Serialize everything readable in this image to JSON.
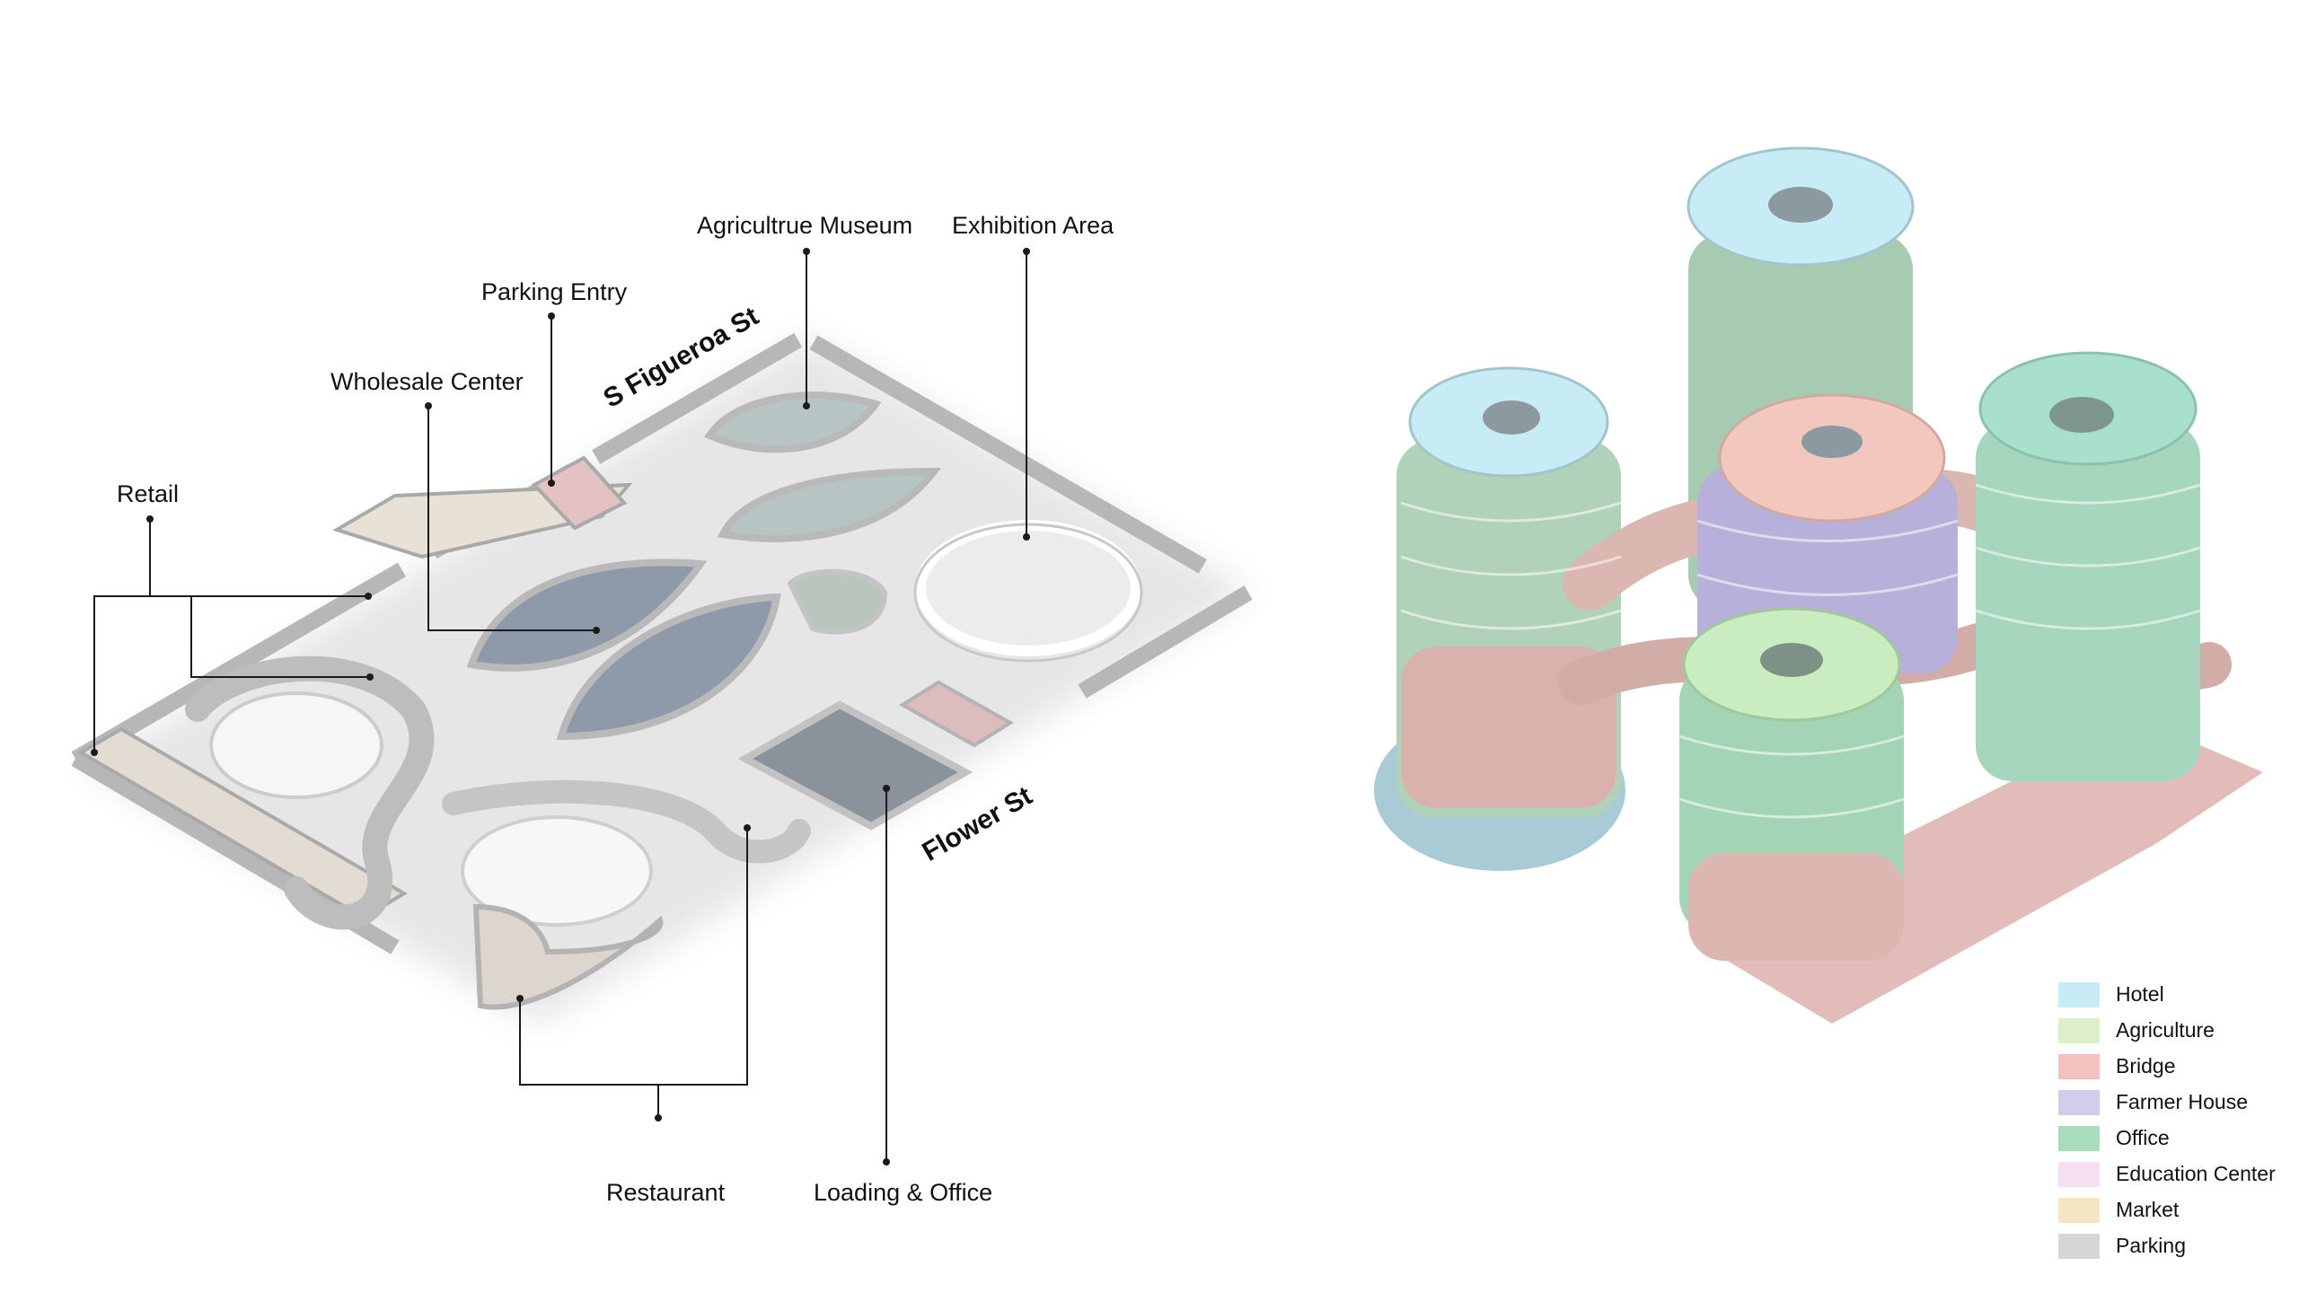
{
  "labels": {
    "agriculture_museum": "Agricultrue Museum",
    "exhibition_area": "Exhibition Area",
    "parking_entry": "Parking Entry",
    "wholesale_center": "Wholesale Center",
    "retail": "Retail",
    "restaurant": "Restaurant",
    "loading_office": "Loading & Office"
  },
  "streets": {
    "figueroa": "S Figueroa St",
    "flower": "Flower St"
  },
  "legend": [
    {
      "name": "Hotel",
      "color": "#c8ecf6"
    },
    {
      "name": "Agriculture",
      "color": "#dcefc8"
    },
    {
      "name": "Bridge",
      "color": "#f4c0c0"
    },
    {
      "name": "Farmer House",
      "color": "#d2cdeb"
    },
    {
      "name": "Office",
      "color": "#a8dcbc"
    },
    {
      "name": "Education Center",
      "color": "#f6dff0"
    },
    {
      "name": "Market",
      "color": "#f4e6c4"
    },
    {
      "name": "Parking",
      "color": "#d6d6d6"
    }
  ]
}
